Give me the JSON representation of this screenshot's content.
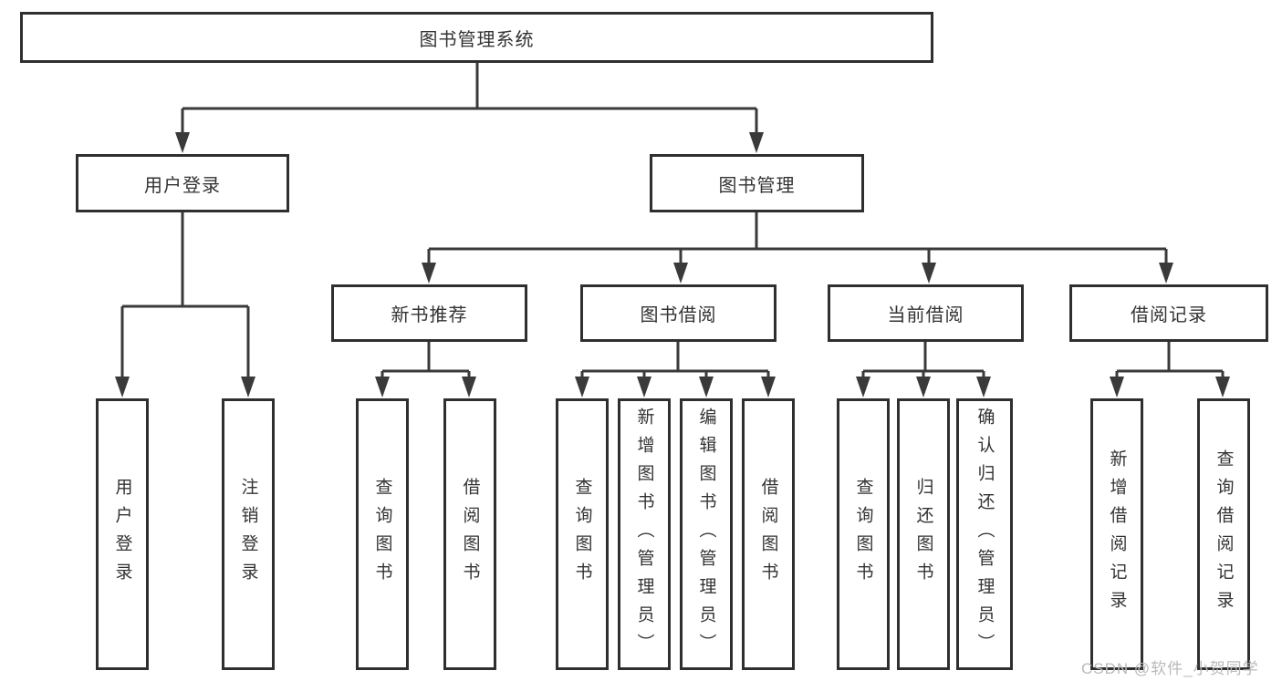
{
  "diagram": {
    "type": "hierarchy-tree",
    "title": "图书管理系统",
    "watermark": "CSDN @软件_小贺同学",
    "colors": {
      "background": "#ffffff",
      "box_border": "#2f2f2f",
      "connector_line": "#3a3a3a",
      "text": "#333333",
      "watermark_text": "#b9b9b9"
    },
    "nodes": {
      "root": {
        "label": "图书管理系统"
      },
      "level2": [
        {
          "label": "用户登录",
          "parent": "图书管理系统"
        },
        {
          "label": "图书管理",
          "parent": "图书管理系统"
        }
      ],
      "level3": [
        {
          "label": "新书推荐",
          "parent": "图书管理"
        },
        {
          "label": "图书借阅",
          "parent": "图书管理"
        },
        {
          "label": "当前借阅",
          "parent": "图书管理"
        },
        {
          "label": "借阅记录",
          "parent": "图书管理"
        }
      ],
      "leaves": [
        {
          "label": "用户登录",
          "parent": "用户登录"
        },
        {
          "label": "注销登录",
          "parent": "用户登录"
        },
        {
          "label": "查询图书",
          "parent": "新书推荐"
        },
        {
          "label": "借阅图书",
          "parent": "新书推荐"
        },
        {
          "label": "查询图书",
          "parent": "图书借阅"
        },
        {
          "label": "新增图书（管理员）",
          "parent": "图书借阅"
        },
        {
          "label": "编辑图书（管理员）",
          "parent": "图书借阅"
        },
        {
          "label": "借阅图书",
          "parent": "图书借阅"
        },
        {
          "label": "查询图书",
          "parent": "当前借阅"
        },
        {
          "label": "归还图书",
          "parent": "当前借阅"
        },
        {
          "label": "确认归还（管理员）",
          "parent": "当前借阅"
        },
        {
          "label": "新增借阅记录",
          "parent": "借阅记录"
        },
        {
          "label": "查询借阅记录",
          "parent": "借阅记录"
        }
      ]
    }
  }
}
